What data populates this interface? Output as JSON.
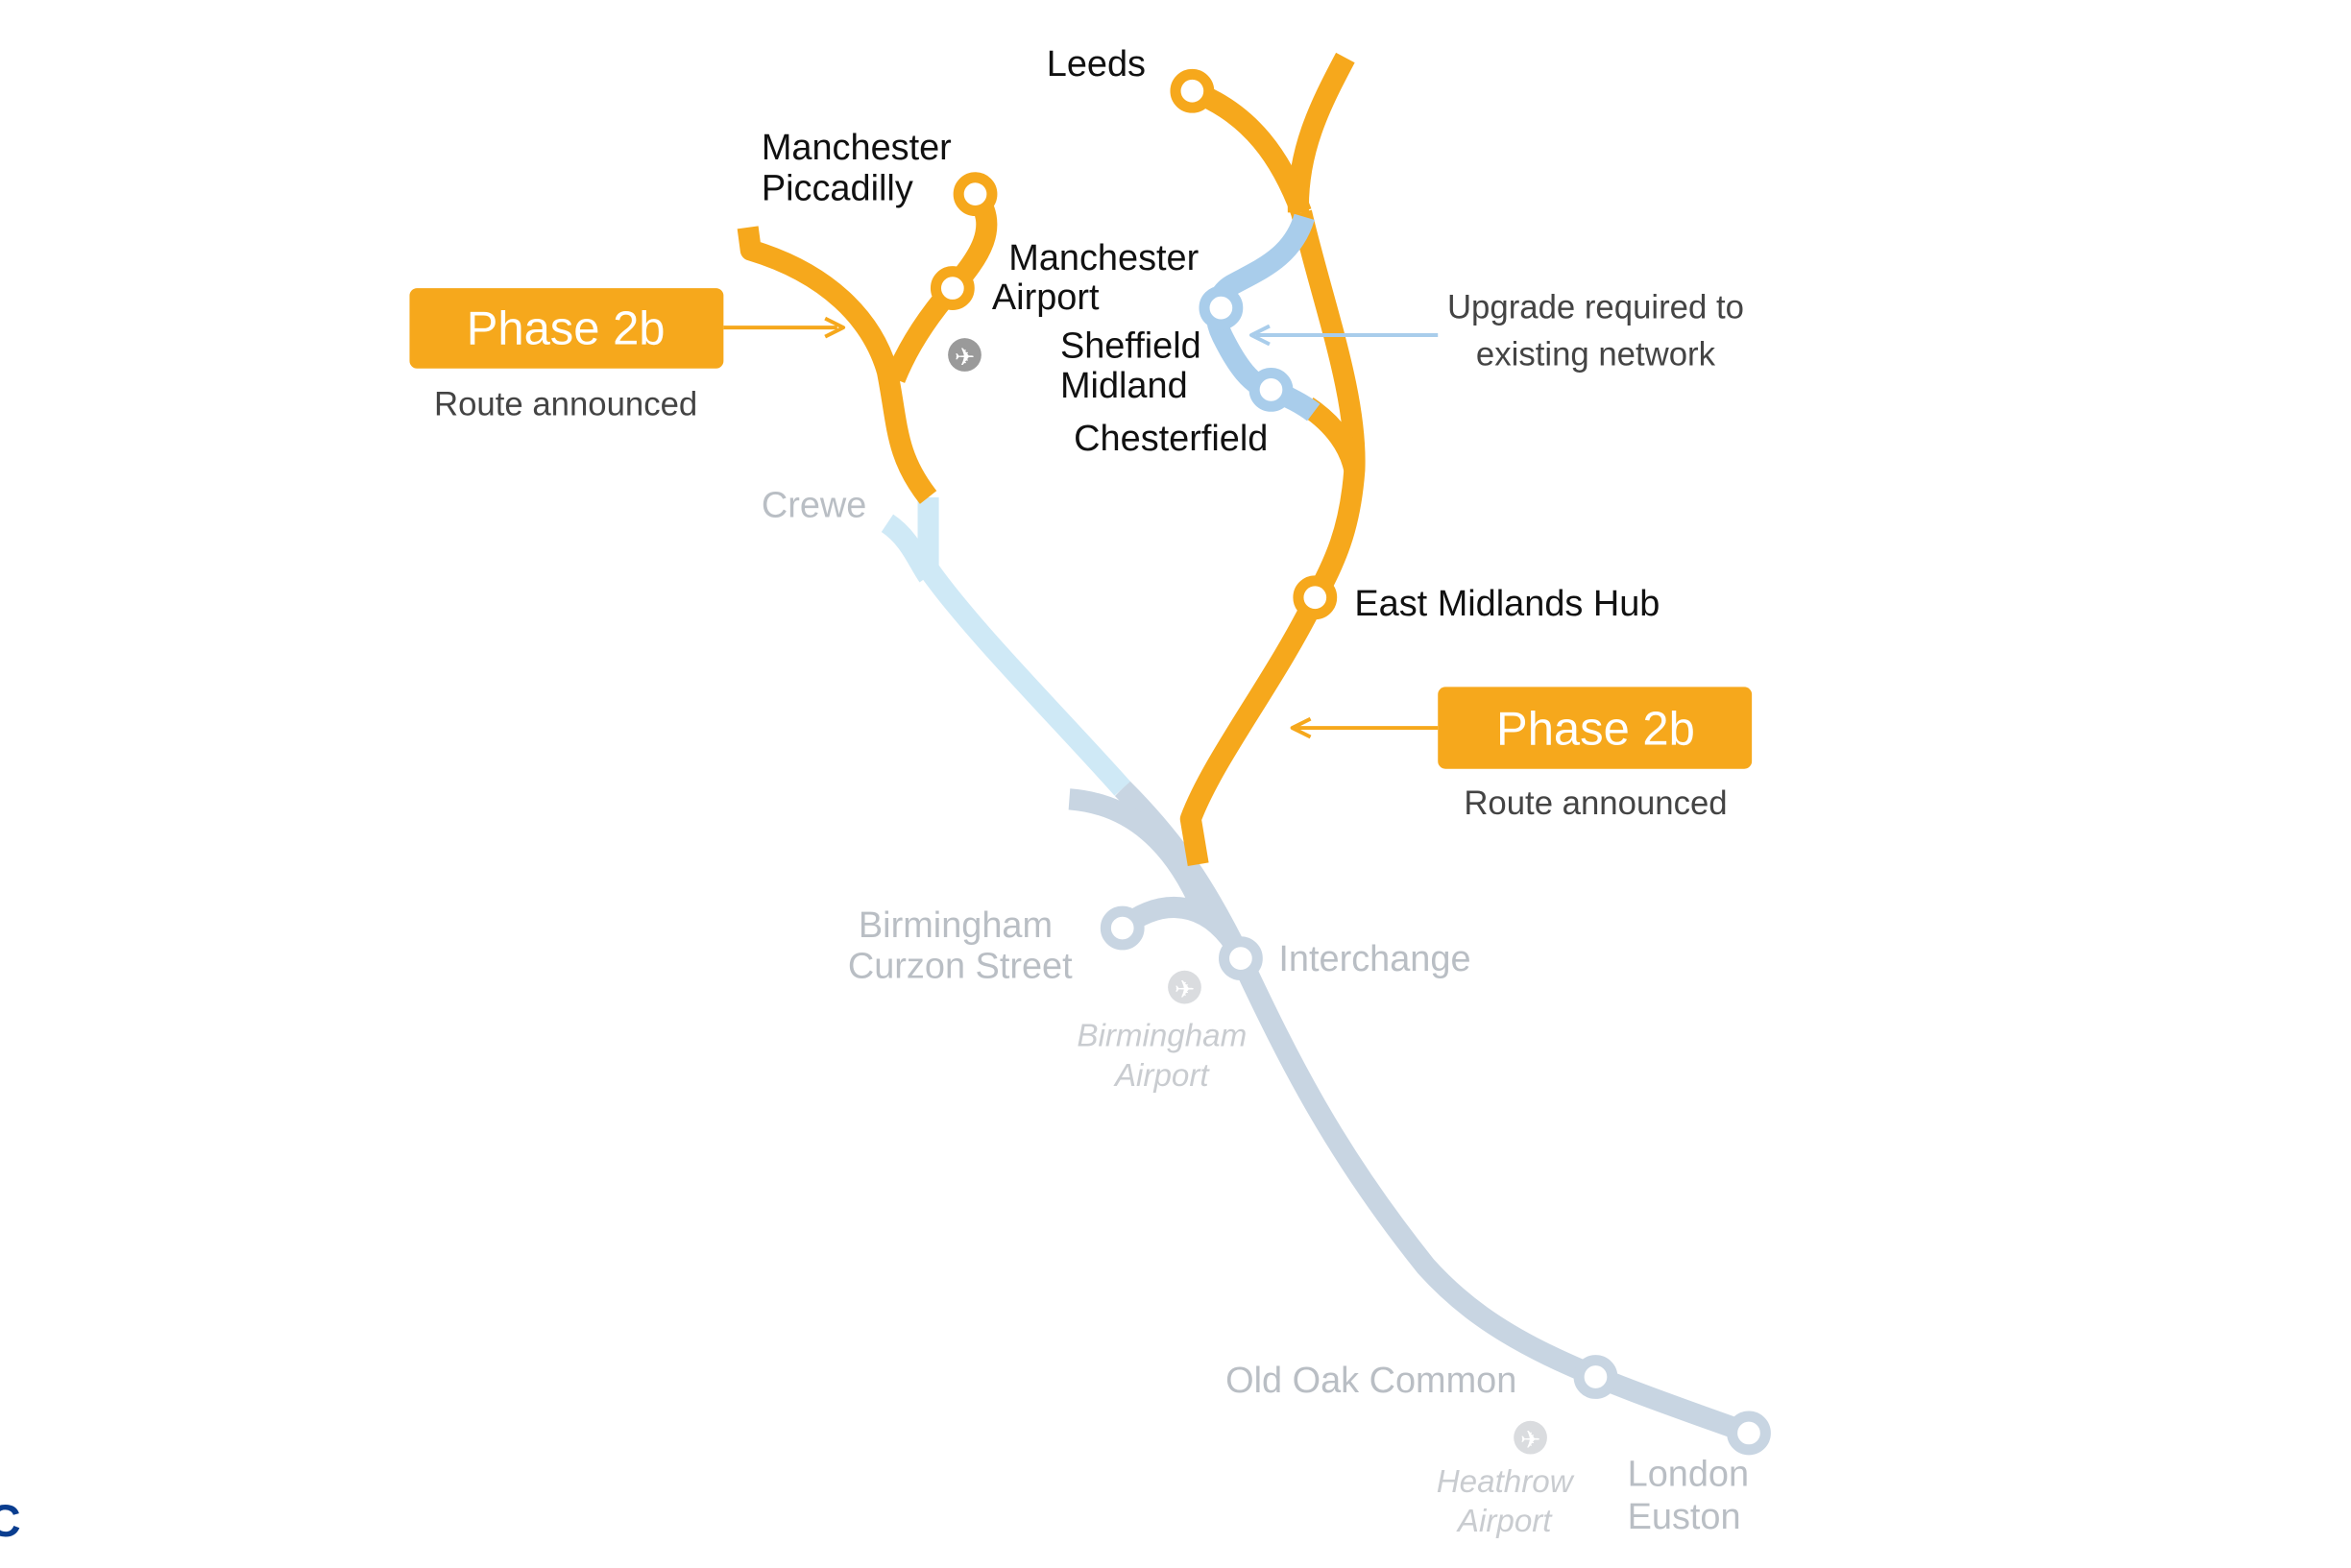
{
  "colors": {
    "phase2b": "#f6a81c",
    "upgrade": "#a9cdeb",
    "existing_faded": "#c8d5e2",
    "crewe_link": "#cfe9f6",
    "logo": "#0a3d8f"
  },
  "callouts": {
    "left": {
      "title": "Phase 2b",
      "subtitle": "Route announced"
    },
    "right": {
      "title": "Phase 2b",
      "subtitle": "Route announced"
    },
    "upgrade": {
      "line1": "Upgrade required to",
      "line2": "existing network"
    }
  },
  "stations": {
    "leeds": "Leeds",
    "man_picc": [
      "Manchester",
      "Piccadilly"
    ],
    "man_airport": [
      "Manchester",
      "Airport"
    ],
    "sheffield": [
      "Sheffield",
      "Midland"
    ],
    "chesterfield": "Chesterfield",
    "east_midlands": "East Midlands Hub",
    "crewe": "Crewe",
    "bham_curzon": [
      "Birmingham",
      "Curzon Street"
    ],
    "interchange": "Interchange",
    "bham_airport": [
      "Birmingham",
      "Airport"
    ],
    "old_oak": "Old Oak Common",
    "heathrow": [
      "Heathrow",
      "Airport"
    ],
    "euston": [
      "London",
      "Euston"
    ]
  },
  "logo_fragment": "C"
}
